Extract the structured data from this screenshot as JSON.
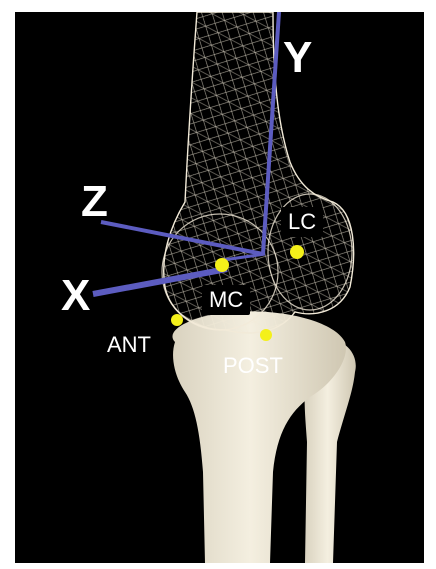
{
  "labels": {
    "y_axis": "Y",
    "z_axis": "Z",
    "x_axis": "X",
    "lateral_condyle": "LC",
    "medial_condyle": "MC",
    "anterior": "ANT",
    "posterior": "POST"
  },
  "colors": {
    "background": "#000000",
    "axis": "#5c5cc0",
    "marker": "#f4f01a",
    "bone": "#efe9d8",
    "wireframe": "#f2ead8"
  }
}
